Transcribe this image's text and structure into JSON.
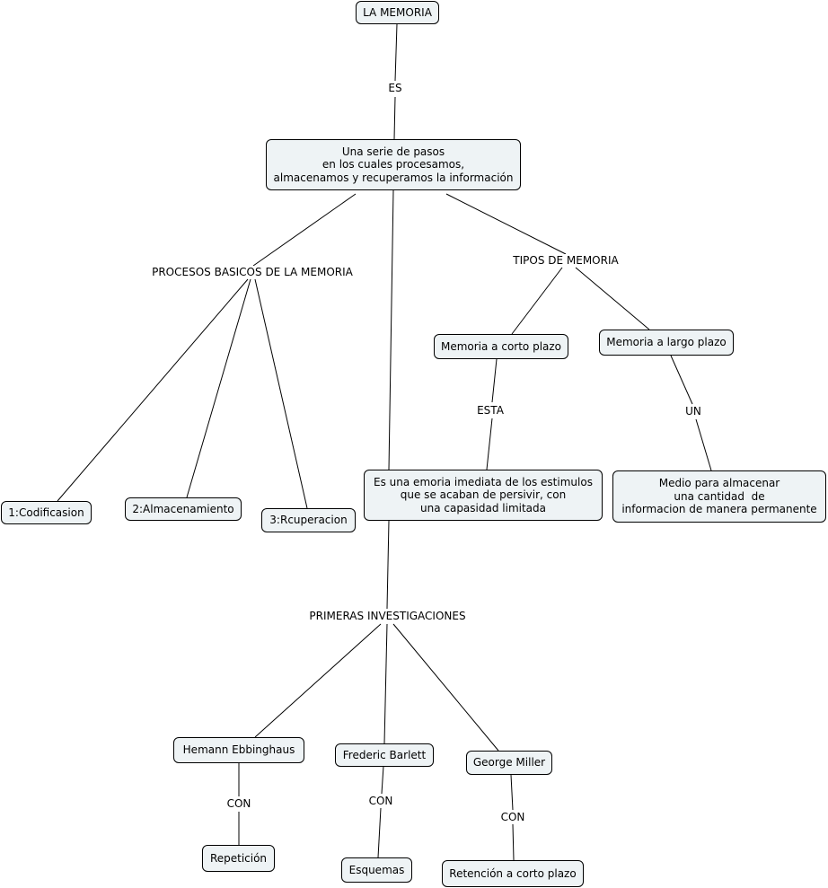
{
  "nodes": {
    "root": "LA MEMORIA",
    "definition": "Una serie de pasos\nen los cuales procesamos,\nalmacenamos y recuperamos la información",
    "codificacion": "1:Codificasion",
    "almacenamiento": "2:Almacenamiento",
    "recuperacion": "3:Rcuperacion",
    "corto_plazo": "Memoria a corto plazo",
    "largo_plazo": "Memoria a largo plazo",
    "inmediata": "Es una emoria imediata de los estimulos\nque se acaban de persivir, con\nuna capasidad limitada",
    "permanente": "Medio para almacenar\nuna cantidad  de\ninformacion de manera permanente",
    "ebbinghaus": "Hemann Ebbinghaus",
    "barlett": "Frederic Barlett",
    "miller": "George Miller",
    "repeticion": "Repetición",
    "esquemas": "Esquemas",
    "retencion": "Retención a corto plazo"
  },
  "links": {
    "es": "ES",
    "procesos": "PROCESOS BASICOS DE LA MEMORIA",
    "tipos": "TIPOS DE MEMORIA",
    "esta": "ESTA",
    "un": "UN",
    "primeras": "PRIMERAS INVESTIGACIONES",
    "con_1": "CON",
    "con_2": "CON",
    "con_3": "CON"
  }
}
